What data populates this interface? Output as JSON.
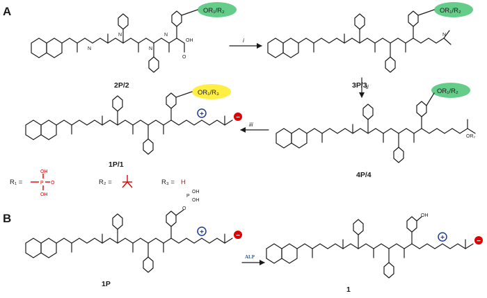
{
  "panels": {
    "a": "A",
    "b": "B"
  },
  "compounds": {
    "c2p": "2P/2",
    "c3p": "3P/3",
    "c4p": "4P/4",
    "c1p1": "1P/1",
    "c1p": "1P",
    "c1": "1"
  },
  "substituents": {
    "r1r2": "OR₁/R₂",
    "r1r3": "OR₁/R₃"
  },
  "steps": {
    "i": "i",
    "ii": "ii",
    "iii": "iii",
    "alp": "ALP"
  },
  "r_groups": {
    "r1": "R₁ =",
    "r2": "R₂ =",
    "r3": "R₃ =",
    "r3_value": "H",
    "phosphate": {
      "p": "P",
      "oh_top": "OH",
      "oh_bottom": "OH",
      "o": "O"
    }
  },
  "atoms": {
    "n": "N",
    "h": "H",
    "o": "O",
    "oh": "OH",
    "or2": "OR₂"
  },
  "charges": {
    "plus": "+",
    "minus": "−"
  },
  "colors": {
    "green_ellipse": "#66cc8a",
    "yellow_ellipse": "#ffee44",
    "cation_ring": "#1e3c96",
    "anion": "#e00000",
    "alp_text": "#1e5fa8",
    "phosphate": "#e00000"
  }
}
